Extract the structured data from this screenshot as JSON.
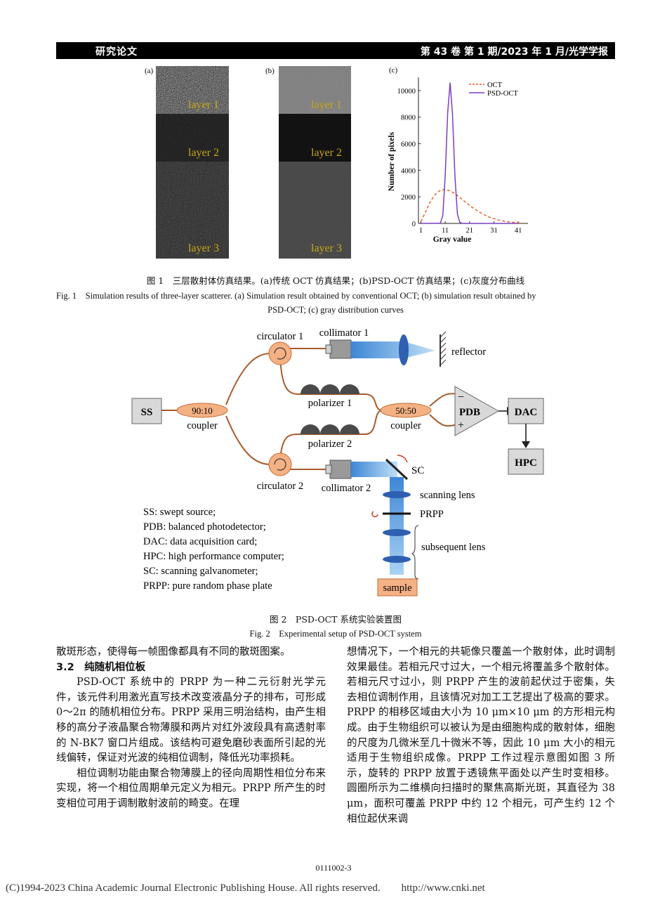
{
  "header": {
    "section": "研究论文",
    "journal": "第 43 卷 第 1 期/2023 年 1 月/光学学报"
  },
  "fig1": {
    "panel_a_label": "(a)",
    "panel_b_label": "(b)",
    "panel_c_label": "(c)",
    "layers": [
      "layer 1",
      "layer 2",
      "layer 3"
    ],
    "caption_cn": "图 1　三层散射体仿真结果。(a)传统 OCT 仿真结果；(b)PSD-OCT 仿真结果；(c)灰度分布曲线",
    "caption_en_1": "Fig. 1　Simulation results of three-layer scatterer. (a) Simulation result obtained by conventional OCT; (b) simulation result obtained by",
    "caption_en_2": "PSD-OCT; (c) gray distribution curves"
  },
  "chart_data": {
    "type": "line",
    "title": "",
    "xlabel": "Gray value",
    "ylabel": "Number of pixels",
    "xlim": [
      0,
      45
    ],
    "ylim": [
      0,
      11000
    ],
    "xticks": [
      1,
      11,
      21,
      31,
      41
    ],
    "yticks": [
      0,
      2000,
      4000,
      6000,
      8000,
      10000
    ],
    "legend_position": "top-right",
    "series": [
      {
        "name": "OCT",
        "color": "#e8622a",
        "dash": true,
        "x": [
          1,
          3,
          5,
          7,
          9,
          11,
          13,
          15,
          17,
          19,
          21,
          25,
          29,
          33,
          37,
          41,
          43
        ],
        "y": [
          150,
          900,
          1700,
          2200,
          2500,
          2550,
          2450,
          2250,
          1950,
          1650,
          1350,
          850,
          480,
          250,
          110,
          40,
          10
        ]
      },
      {
        "name": "PSD-OCT",
        "color": "#7b3fbf",
        "dash": false,
        "x": [
          1,
          9,
          10,
          11,
          12,
          13,
          14,
          15,
          16,
          17,
          18,
          41
        ],
        "y": [
          0,
          20,
          600,
          3600,
          8300,
          10600,
          8200,
          3500,
          700,
          80,
          0,
          0
        ]
      }
    ]
  },
  "fig2": {
    "ss": "SS",
    "coupler1_ratio": "90:10",
    "coupler1_label": "coupler",
    "circulator1": "circulator 1",
    "circulator2": "circulator 2",
    "collimator1": "collimator 1",
    "collimator2": "collimator 2",
    "reflector": "reflector",
    "polarizer1": "polarizer 1",
    "polarizer2": "polarizer 2",
    "coupler2_ratio": "50:50",
    "coupler2_label": "coupler",
    "pdb": "PDB",
    "pdb_minus": "−",
    "pdb_plus": "+",
    "dac": "DAC",
    "hpc": "HPC",
    "sc": "SC",
    "scanning_lens": "scanning lens",
    "prpp": "PRPP",
    "subsequent_lens": "subsequent lens",
    "sample": "sample",
    "legend": [
      "SS: swept source;",
      "PDB: balanced photodetector;",
      "DAC: data acquisition card;",
      "HPC: high performance computer;",
      "SC: scanning galvanometer;",
      "PRPP: pure random phase plate"
    ],
    "caption_cn": "图 2　PSD-OCT 系统实验装置图",
    "caption_en": "Fig. 2　Experimental setup of PSD-OCT system"
  },
  "body": {
    "left_p0": "散斑形态，使得每一帧图像都具有不同的散斑图案。",
    "section_title": "3.2　纯随机相位板",
    "left_p1": "PSD-OCT 系统中的 PRPP 为一种二元衍射光学元件，该元件利用激光直写技术改变液晶分子的排布，可形成 0～2π 的随机相位分布。PRPP 采用三明治结构，由产生相移的高分子液晶聚合物薄膜和两片对红外波段具有高透射率的 N-BK7 窗口片组成。该结构可避免磨砂表面所引起的光线偏转，保证对光波的纯相位调制，降低光功率损耗。",
    "left_p2": "相位调制功能由聚合物薄膜上的径向周期性相位分布来实现，将一个相位周期单元定义为相元。PRPP 所产生的时变相位可用于调制散射波前的畸变。在理",
    "right_p1": "想情况下，一个相元的共轭像只覆盖一个散射体，此时调制效果最佳。若相元尺寸过大，一个相元将覆盖多个散射体。若相元尺寸过小，则 PRPP 产生的波前起伏过于密集，失去相位调制作用，且该情况对加工工艺提出了极高的要求。PRPP 的相移区域由大小为 10 μm×10 μm 的方形相元构成。由于生物组织可以被认为是由细胞构成的散射体，细胞的尺度为几微米至几十微米不等，因此 10 μm 大小的相元适用于生物组织成像。PRPP 工作过程示意图如图 3 所示，旋转的 PRPP 放置于透镜焦平面处以产生时变相移。圆圈所示为二维横向扫描时的聚焦高斯光斑，其直径为 38 μm，面积可覆盖 PRPP 中约 12 个相元，可产生约 12 个相位起伏来调"
  },
  "footer": {
    "page": "0111002-3",
    "copyright": "(C)1994-2023 China Academic Journal Electronic Publishing House. All rights reserved.　　http://www.cnki.net"
  }
}
